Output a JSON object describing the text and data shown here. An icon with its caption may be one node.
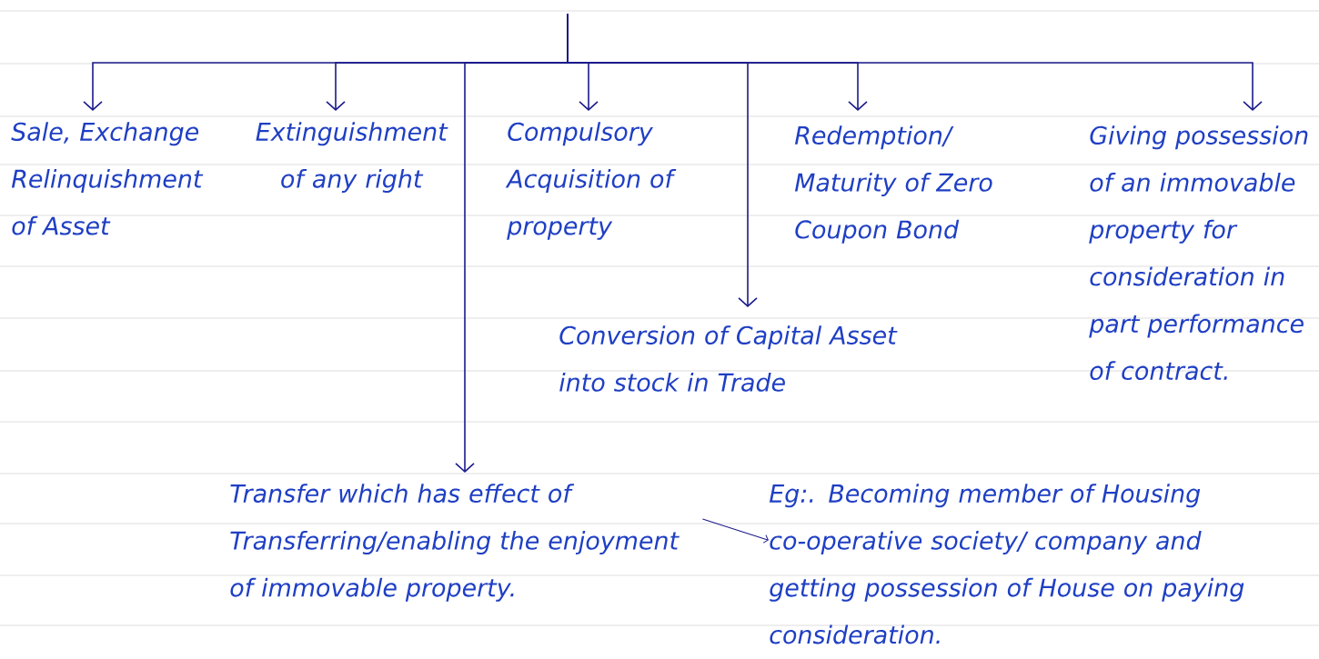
{
  "diagram": {
    "nodes": [
      {
        "text": [
          "Sale, Exchange Relinquishment of Asset"
        ]
      },
      {
        "text": [
          "Extinguishment of any right"
        ]
      },
      {
        "text": [
          "Compulsory Acquisition of property"
        ]
      },
      {
        "text": [
          "Redemption/ Maturity of Zero Coupon Bond"
        ]
      },
      {
        "text": [
          "Giving possession of an immovable property for consideration in part performance of contract."
        ]
      },
      {
        "text": [
          "Conversion of Capital Asset into stock in Trade"
        ]
      },
      {
        "text": [
          "Transfer which has effect of Transferring/enabling the enjoyment of immovable property."
        ]
      },
      {
        "text": [
          "Eg:. Becoming member of Housing co-operative society/ company and getting possession of House on paying consideration."
        ]
      }
    ],
    "edges": [
      {
        "from": null,
        "to": 0,
        "arrow": "to"
      },
      {
        "from": null,
        "to": 1,
        "arrow": "to"
      },
      {
        "from": null,
        "to": 6,
        "arrow": "to"
      },
      {
        "from": null,
        "to": 2,
        "arrow": "to"
      },
      {
        "from": null,
        "to": 5,
        "arrow": "to"
      },
      {
        "from": null,
        "to": 3,
        "arrow": "to"
      },
      {
        "from": null,
        "to": 4,
        "arrow": "to"
      },
      {
        "from": 6,
        "to": 7,
        "arrow": "to"
      }
    ]
  }
}
